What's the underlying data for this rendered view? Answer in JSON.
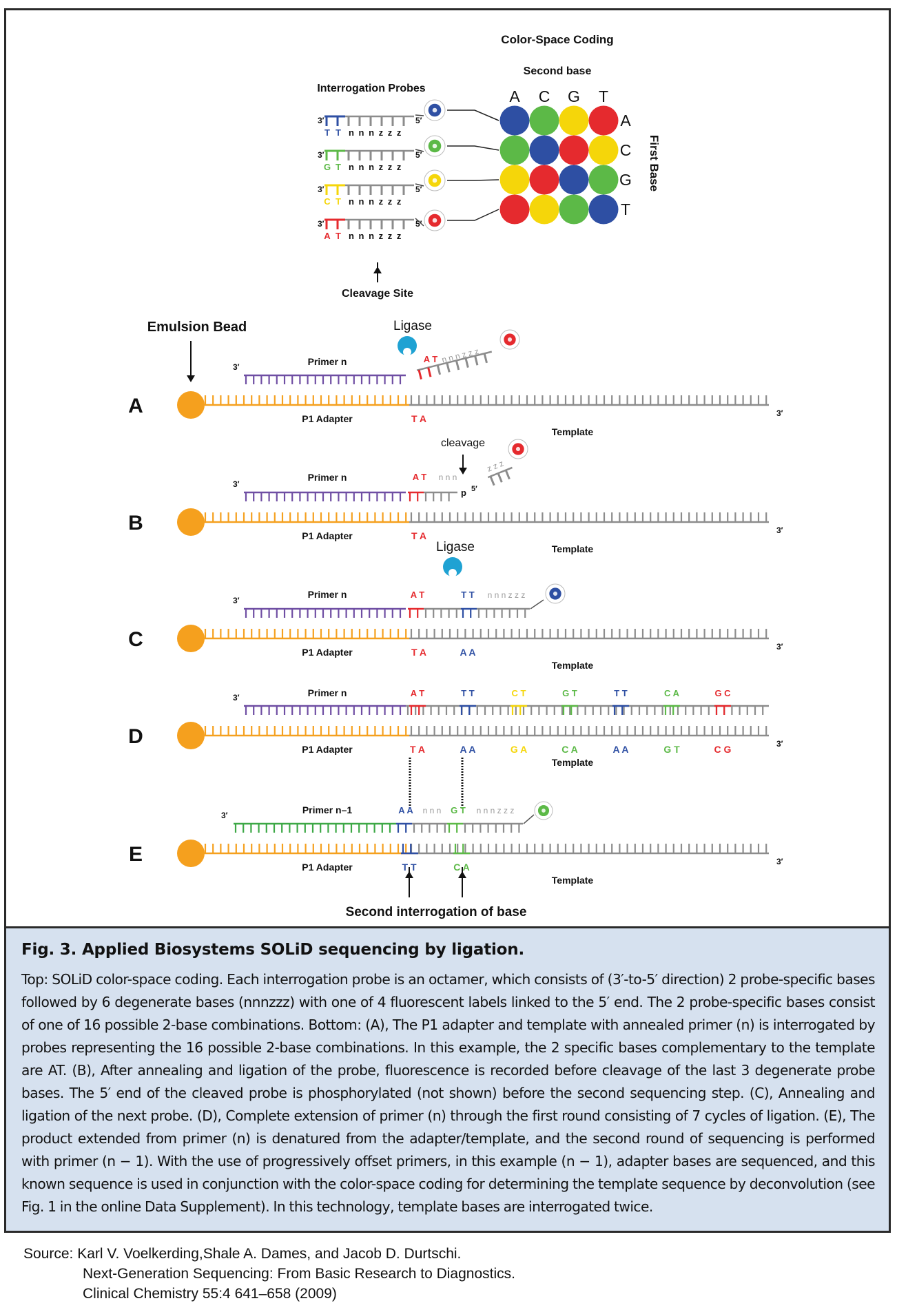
{
  "top": {
    "heading": "Color-Space Coding",
    "second_base_label": "Second base",
    "first_base_label": "First Base",
    "probes_label": "Interrogation Probes",
    "cleavage_site_label": "Cleavage Site",
    "bases": [
      "A",
      "C",
      "G",
      "T"
    ],
    "color_matrix": [
      [
        "blue",
        "green",
        "yellow",
        "red"
      ],
      [
        "green",
        "blue",
        "red",
        "yellow"
      ],
      [
        "yellow",
        "red",
        "blue",
        "green"
      ],
      [
        "red",
        "yellow",
        "green",
        "blue"
      ]
    ],
    "probes": [
      {
        "b1": "T",
        "b2": "T",
        "color": "blue"
      },
      {
        "b1": "G",
        "b2": "T",
        "color": "green"
      },
      {
        "b1": "C",
        "b2": "T",
        "color": "yellow"
      },
      {
        "b1": "A",
        "b2": "T",
        "color": "red"
      }
    ],
    "probe_tail": "nnnzzz",
    "three_prime": "3′",
    "five_prime": "5′"
  },
  "colors": {
    "blue": "#2e4fa3",
    "green": "#5cb947",
    "yellow": "#f5d60a",
    "red": "#e52a2e",
    "orange": "#f5a01e",
    "purple": "#6f4ea3",
    "gray": "#8c8c8c",
    "primer_green": "#3da846",
    "ligase": "#1fa2d3"
  },
  "bottom": {
    "emulsion_bead_label": "Emulsion Bead",
    "ligase_label": "Ligase",
    "primer_label": "Primer n",
    "primer_n1_label": "Primer n–1",
    "adapter_label": "P1 Adapter",
    "template_label": "Template",
    "cleavage_label": "cleavage",
    "p_label": "p",
    "second_interrogation_label": "Second interrogation of base",
    "panel_letters": [
      "A",
      "B",
      "C",
      "D",
      "E"
    ],
    "d_top_pairs": [
      "AT",
      "TT",
      "CT",
      "GT",
      "TT",
      "CA",
      "GC"
    ],
    "d_bottom_pairs": [
      "TA",
      "AA",
      "GA",
      "CA",
      "AA",
      "GT",
      "CG"
    ],
    "d_pair_colors": [
      "red",
      "blue",
      "yellow",
      "green",
      "blue",
      "green",
      "red"
    ],
    "panel_a_probe": "AT nnnzzz",
    "panel_a_template": "TA",
    "panel_b_probe": "AT nnn",
    "panel_b_tail": "zzz",
    "panel_c_first": "AT",
    "panel_c_probe": "TT nnnzzz",
    "panel_c_template": [
      "TA",
      "AA"
    ],
    "panel_e_probe": [
      "AA",
      "nnn",
      "GT",
      "nnnzzz"
    ],
    "panel_e_template": [
      "TT",
      "CA"
    ]
  },
  "caption": {
    "title": "Fig. 3. Applied Biosystems SOLiD sequencing by ligation.",
    "text": "Top: SOLiD color-space coding. Each interrogation probe is an octamer, which consists of (3′-to-5′ direction) 2 probe-specific bases followed by 6 degenerate bases (nnnzzz) with one of 4 fluorescent labels linked to the 5′ end. The 2 probe-specific bases consist of one of 16 possible 2-base combinations. Bottom: (A), The P1 adapter and template with annealed primer (n) is interrogated by probes representing the 16 possible 2-base combinations. In this example, the 2 specific bases complementary to the template are AT. (B), After annealing and ligation of the probe, fluorescence is recorded before cleavage of the last 3 degenerate probe bases. The 5′ end of the cleaved probe is phosphorylated (not shown) before the second sequencing step. (C), Annealing and ligation of the next probe. (D), Complete extension of primer (n) through the first round consisting of 7 cycles of ligation. (E), The product extended from primer (n) is denatured from the adapter/template, and the second round of sequencing is performed with primer (n − 1). With the use of progressively offset primers, in this example (n − 1), adapter bases are sequenced, and this known sequence is used in conjunction with the color-space coding for determining the template sequence by deconvolution (see Fig. 1 in the online Data Supplement). In this technology, template bases are interrogated twice."
  },
  "source": {
    "line1": "Source: Karl V. Voelkerding,Shale A. Dames, and Jacob D. Durtschi.",
    "line2": "Next-Generation Sequencing: From Basic Research to Diagnostics.",
    "line3": "Clinical Chemistry 55:4 641–658 (2009)"
  }
}
